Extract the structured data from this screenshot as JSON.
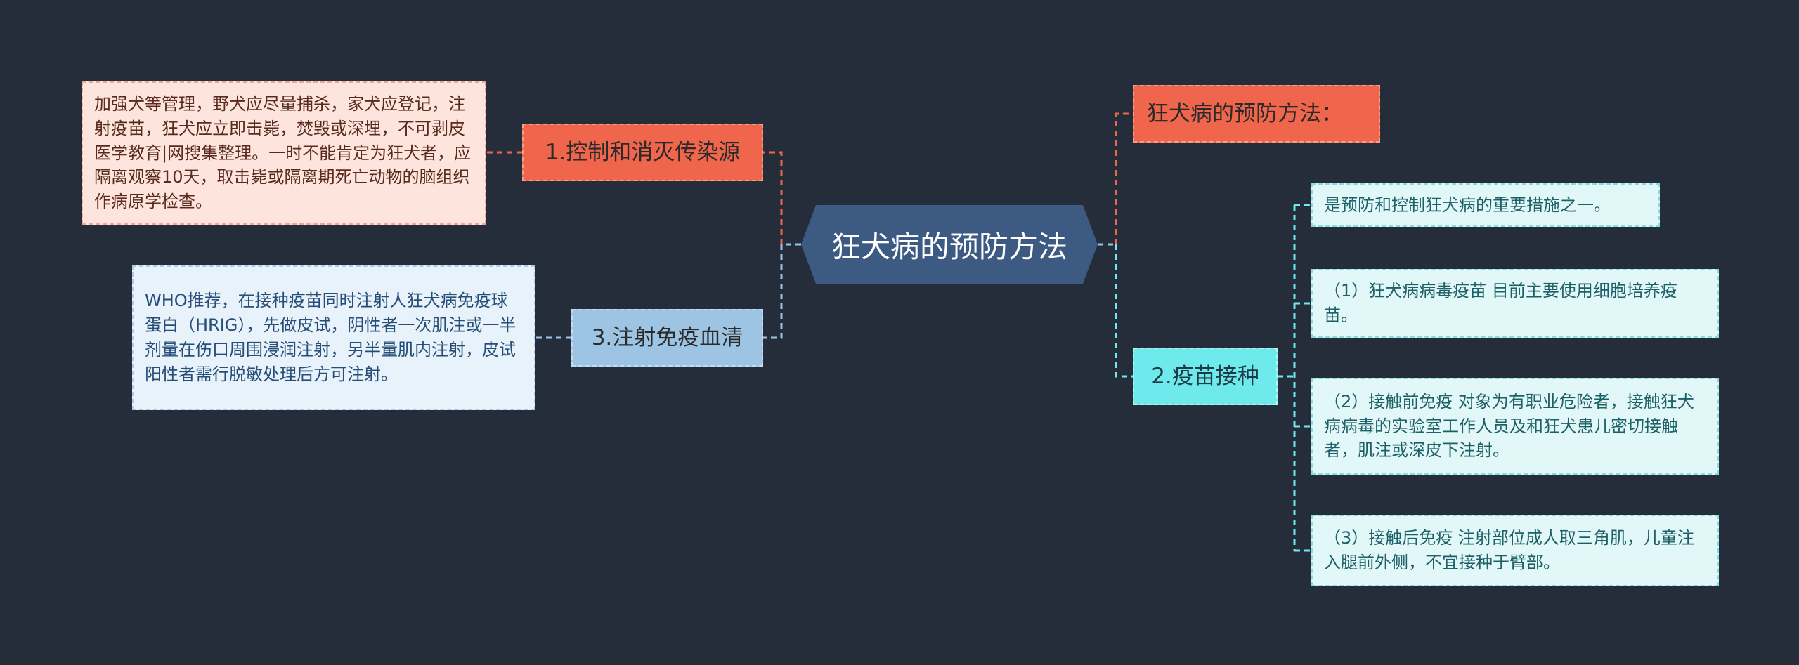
{
  "central": {
    "title": "狂犬病的预防方法"
  },
  "colors": {
    "background": "#252d3b",
    "central": "#3c5a82",
    "branch_red": "#f0664c",
    "branch_cyan": "#6ee9ec",
    "branch_blue": "#9ec4e3",
    "detail_red_bg": "#fde5de",
    "detail_cyan_bg": "#e2f8f8",
    "detail_blue_bg": "#e8f2fb"
  },
  "branches": {
    "control": {
      "label": "1.控制和消灭传染源",
      "detail": "加强犬等管理，野犬应尽量捕杀，家犬应登记，注射疫苗，狂犬应立即击毙，焚毁或深埋，不可剥皮医学教育|网搜集整理。一时不能肯定为狂犬者，应隔离观察10天，取击毙或隔离期死亡动物的脑组织作病原学检查。"
    },
    "serum": {
      "label": "3.注射免疫血清",
      "detail": "WHO推荐，在接种疫苗同时注射人狂犬病免疫球蛋白（HRIG），先做皮试，阴性者一次肌注或一半剂量在伤口周围浸润注射，另半量肌内注射，皮试阳性者需行脱敏处理后方可注射。"
    },
    "prevention": {
      "label": "狂犬病的预防方法："
    },
    "vaccine": {
      "label": "2.疫苗接种",
      "details": [
        "是预防和控制狂犬病的重要措施之一。",
        "（1）狂犬病病毒疫苗 目前主要使用细胞培养疫苗。",
        "（2）接触前免疫 对象为有职业危险者，接触狂犬病病毒的实验室工作人员及和狂犬患儿密切接触者，肌注或深皮下注射。",
        "（3）接触后免疫 注射部位成人取三角肌，儿童注入腿前外侧，不宜接种于臂部。"
      ]
    }
  }
}
